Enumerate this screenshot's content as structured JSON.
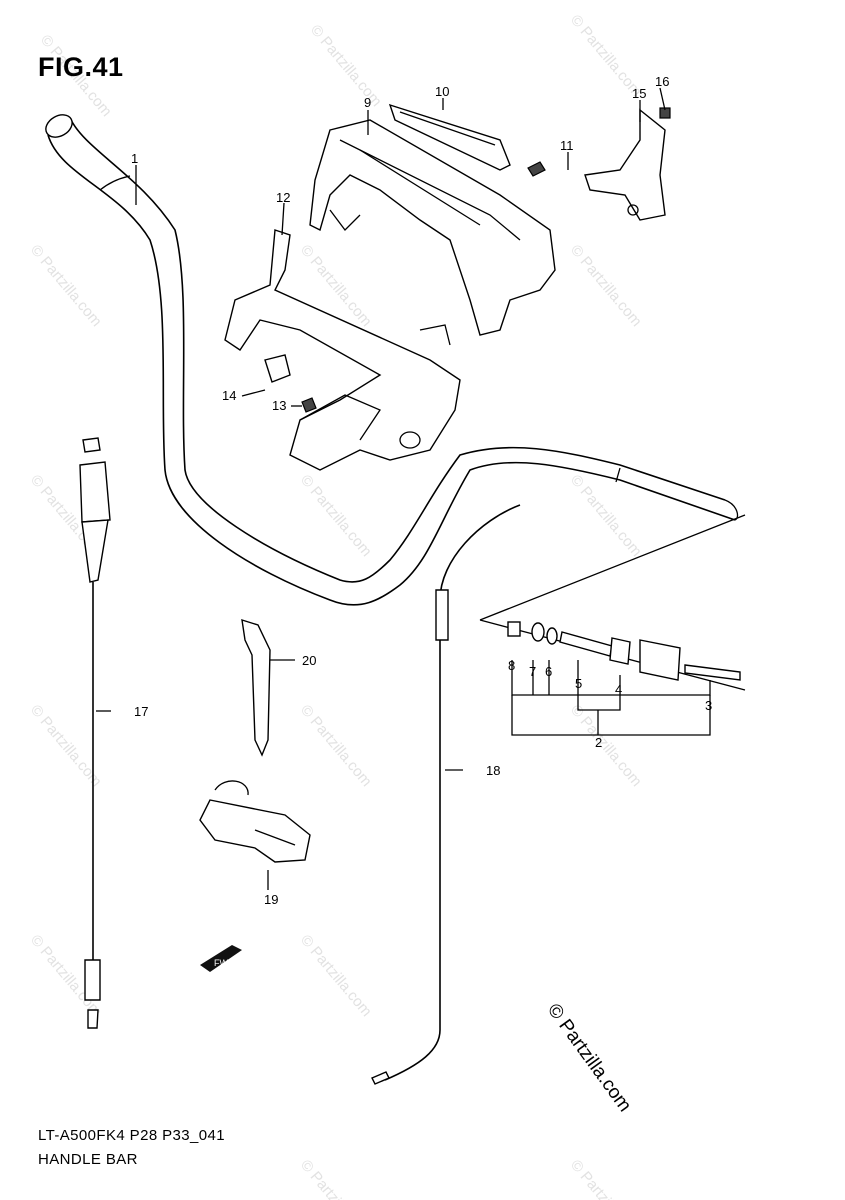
{
  "figure": {
    "title": "FIG.41",
    "model_code": "LT-A500FK4 P28 P33_041",
    "section_name": "HANDLE BAR"
  },
  "watermark": {
    "main": "© Partzilla.com",
    "tile": "© Partzilla.com"
  },
  "fwd_badge": "FWD",
  "callouts": {
    "p1": "1",
    "p2": "2",
    "p3": "3",
    "p4": "4",
    "p5": "5",
    "p6": "6",
    "p7": "7",
    "p8": "8",
    "p9": "9",
    "p10": "10",
    "p11": "11",
    "p12": "12",
    "p13": "13",
    "p14": "14",
    "p15": "15",
    "p16": "16",
    "p17": "17",
    "p18": "18",
    "p19": "19",
    "p20": "20"
  }
}
